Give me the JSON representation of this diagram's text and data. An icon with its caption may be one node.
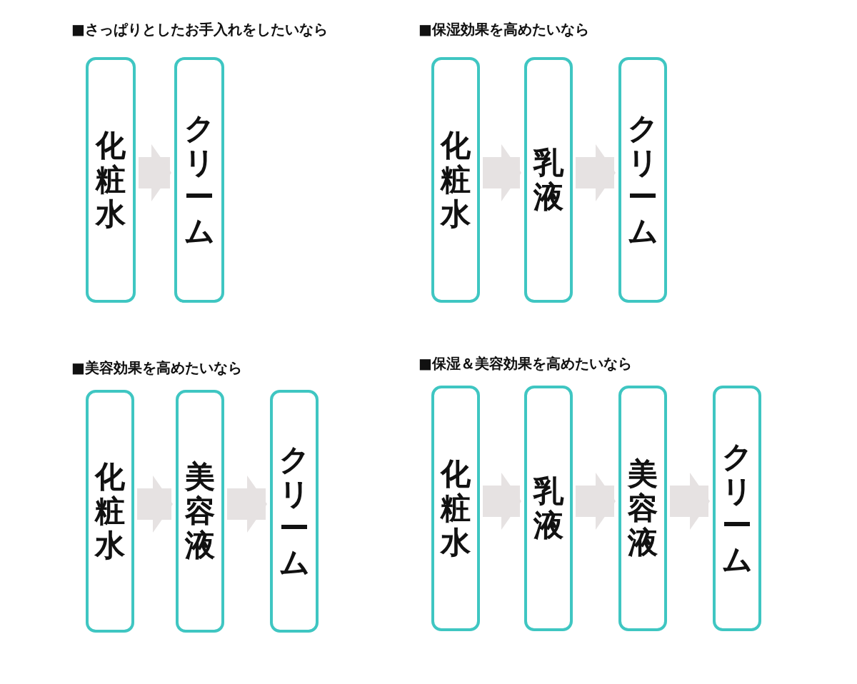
{
  "diagram": {
    "nodes": [
      {
        "text": [
          "化粧水"
        ]
      },
      {
        "text": [
          "クリーム"
        ]
      },
      {
        "text": [
          "化粧水"
        ]
      },
      {
        "text": [
          "乳液"
        ]
      },
      {
        "text": [
          "クリーム"
        ]
      },
      {
        "text": [
          "化粧水"
        ]
      },
      {
        "text": [
          "美容液"
        ]
      },
      {
        "text": [
          "クリーム"
        ]
      },
      {
        "text": [
          "化粧水"
        ]
      },
      {
        "text": [
          "乳液"
        ]
      },
      {
        "text": [
          "美容液"
        ]
      },
      {
        "text": [
          "クリーム"
        ]
      }
    ],
    "edges": [
      {
        "from": 0,
        "to": 1,
        "arrow": "to"
      },
      {
        "from": 2,
        "to": 3,
        "arrow": "to"
      },
      {
        "from": 3,
        "to": 4,
        "arrow": "to"
      },
      {
        "from": 5,
        "to": 6,
        "arrow": "to"
      },
      {
        "from": 6,
        "to": 7,
        "arrow": "to"
      },
      {
        "from": 8,
        "to": 9,
        "arrow": "to"
      },
      {
        "from": 9,
        "to": 10,
        "arrow": "to"
      },
      {
        "from": 10,
        "to": 11,
        "arrow": "to"
      }
    ],
    "labels": [
      "■さっぱりとしたお手入れをしたいなら",
      "■保湿効果を高めたいなら",
      "■美容効果を高めたいなら",
      "■保湿＆美容効果を高めたいなら"
    ]
  }
}
